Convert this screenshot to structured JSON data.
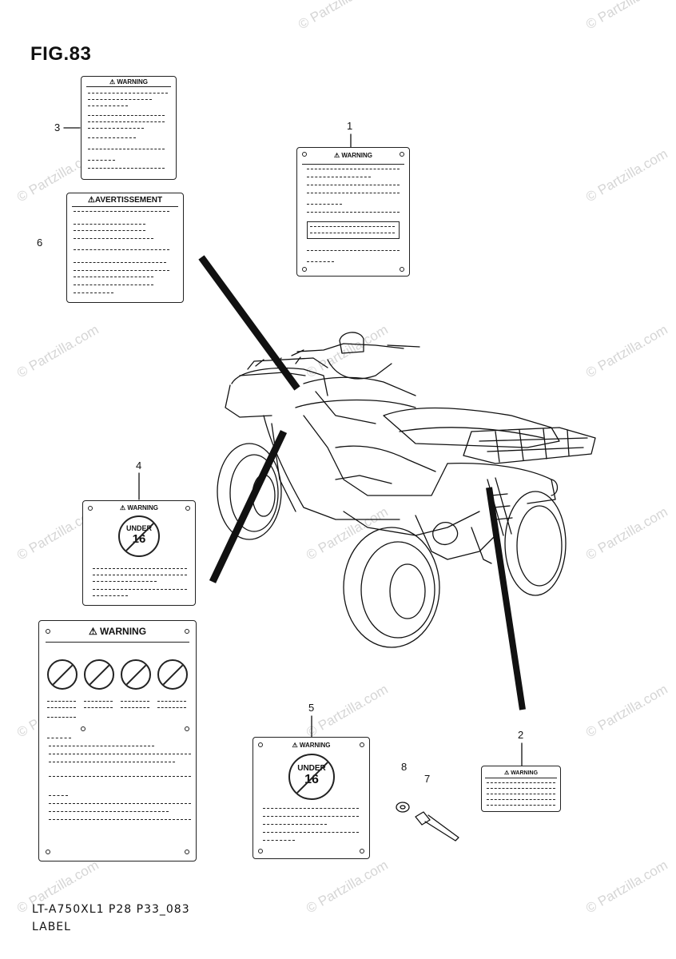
{
  "figure": {
    "title": "FIG.83",
    "footer_code": "LT-A750XL1 P28 P33_083",
    "footer_name": "LABEL"
  },
  "watermark": "© Partzilla.com",
  "callouts": [
    "1",
    "2",
    "3",
    "4",
    "5",
    "6",
    "7",
    "8"
  ],
  "labels": {
    "warning": "WARNING",
    "avertissement": "AVERTISSEMENT",
    "under_top": "UNDER",
    "under_age": "16"
  }
}
